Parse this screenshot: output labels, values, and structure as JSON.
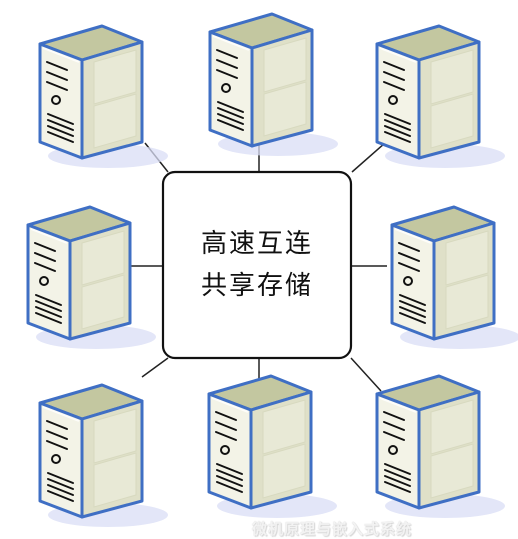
{
  "center": {
    "line1": "高速互连",
    "line2": "共享存储"
  },
  "watermark": "微机原理与嵌入式系统",
  "colors": {
    "server_front": "#f3f3e7",
    "server_side": "#dfe0c8",
    "server_top": "#c3c7a0",
    "server_outline": "#3f6fc4",
    "shadow": "#d9def5",
    "connector": "#222222"
  },
  "icons": {
    "server": "server-tower-icon"
  },
  "servers": [
    {
      "name": "top-left"
    },
    {
      "name": "top-center"
    },
    {
      "name": "top-right"
    },
    {
      "name": "middle-left"
    },
    {
      "name": "middle-right"
    },
    {
      "name": "bottom-left"
    },
    {
      "name": "bottom-center"
    },
    {
      "name": "bottom-right"
    }
  ]
}
